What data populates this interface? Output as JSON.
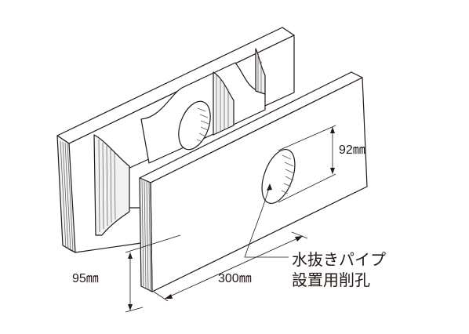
{
  "dimensions": {
    "hole_diameter": "92㎜",
    "block_height": "95㎜",
    "block_length": "300㎜"
  },
  "callout": {
    "line1": "水抜きパイプ",
    "line2": "設置用削孔"
  },
  "colors": {
    "line": "#231815",
    "background": "#ffffff"
  }
}
